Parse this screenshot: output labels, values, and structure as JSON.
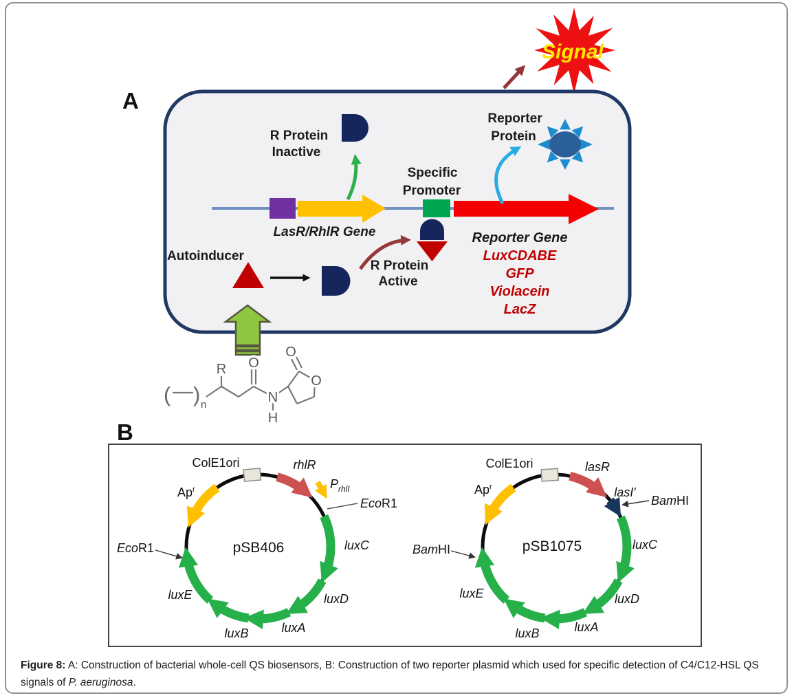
{
  "colors": {
    "cell_fill": "#F1F1F3",
    "cell_border": "#1F3864",
    "signal_star": "#EE1111",
    "signal_text": "#FFE800",
    "dna_line": "#7090C0",
    "gene_arrow_yellow": "#FFC000",
    "promoter_purple": "#7030A0",
    "promoter_green": "#00A651",
    "reporter_arrow_red": "#F40000",
    "protein_navy": "#16265C",
    "autoinducer_red": "#C00000",
    "green_curved_arrow": "#2EAD4B",
    "cyan_curved_arrow": "#29ABE2",
    "darkred_curved_arrow": "#94373B",
    "entry_arrow_green": "#8DC63F",
    "reporter_gene_text": "#C00000",
    "plasmid_green": "#26B04A",
    "plasmid_red": "#CE5152",
    "plasmid_yellow": "#FFC000",
    "plasmid_navy": "#17365D",
    "sun_spike": "#1C8CD1",
    "sun_body": "#2B5F99"
  },
  "panel_a": {
    "label": "A",
    "signal_label": "Signal",
    "r_protein_inactive_line1": "R Protein",
    "r_protein_inactive_line2": "Inactive",
    "reporter_protein_line1": "Reporter",
    "reporter_protein_line2": "Protein",
    "specific_promoter_line1": "Specific",
    "specific_promoter_line2": "Promoter",
    "gene_label": "LasR/RhlR Gene",
    "autoinducer_label": "Autoinducer",
    "r_protein_active_line1": "R Protein",
    "r_protein_active_line2": "Active",
    "reporter_gene_title": "Reporter Gene",
    "reporter_genes": [
      "LuxCDABE",
      "GFP",
      "Violacein",
      "LacZ"
    ],
    "molecule": {
      "paren_open": "(",
      "paren_close": ")",
      "repeat_n": "n",
      "r_group": "R",
      "carbonyl_o": "O",
      "amide_n": "N",
      "amide_h": "H",
      "lactone_carbonyl_o": "O",
      "lactone_ring_o": "O"
    }
  },
  "panel_b": {
    "label": "B",
    "left_plasmid": {
      "name": "pSB406",
      "ori": "ColE1ori",
      "regulator": "rhlR",
      "promoter_p": "P",
      "promoter_sub": "rhlI",
      "site_right_italic": "Eco",
      "site_right_rest": "R1",
      "site_left_italic": "Eco",
      "site_left_rest": "R1",
      "resistance": "Ap",
      "resistance_sup": "r",
      "luxC": "luxC",
      "luxD": "luxD",
      "luxA": "luxA",
      "luxB": "luxB",
      "luxE": "luxE"
    },
    "right_plasmid": {
      "name": "pSB1075",
      "ori": "ColE1ori",
      "regulator": "lasR",
      "synthase": "lasI′",
      "site_right_italic": "Bam",
      "site_right_rest": "HI",
      "site_left_italic": "Bam",
      "site_left_rest": "HI",
      "resistance": "Ap",
      "resistance_sup": "r",
      "luxC": "luxC",
      "luxD": "luxD",
      "luxA": "luxA",
      "luxB": "luxB",
      "luxE": "luxE"
    }
  },
  "caption": {
    "label": "Figure 8:",
    "text": " A: Construction of bacterial whole-cell QS biosensors, B: Construction of two reporter plasmid which used for specific detection of C4/C12-HSL QS signals of ",
    "species": "P. aeruginosa",
    "period": "."
  }
}
